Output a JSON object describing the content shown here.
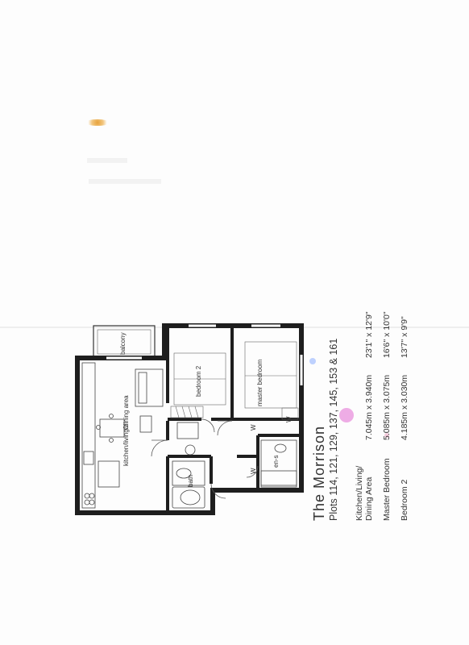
{
  "development": {
    "name": "The Morrison",
    "plots": "Plots 114, 121, 129, 137, 145, 153 & 161"
  },
  "rooms": [
    {
      "name": "Kitchen/Living/",
      "name_line2": "Dining Area",
      "metric": "7.045m x 3.940m",
      "imperial": "23'1\" x 12'9\""
    },
    {
      "name": "Master Bedroom",
      "name_line2": "",
      "metric": "5.085m x 3.075m",
      "imperial": "16'6\" x 10'0\""
    },
    {
      "name": "Bedroom 2",
      "name_line2": "",
      "metric": "4.185m x 3.030m",
      "imperial": "13'7\" x 9'9\""
    }
  ],
  "plan_labels": {
    "balcony": "balcony",
    "kitchen": "kitchen/living/dining area",
    "bedroom2": "bedroom 2",
    "master": "master bedroom",
    "bath": "bath",
    "ensuite": "en-s",
    "w1": "W",
    "w2": "W",
    "w3": "W"
  },
  "colors": {
    "wall": "#1e1e1e",
    "smudge": "#e7a23c",
    "ink_pink": "#e26ad1",
    "ink_blue": "#7fa6ff"
  }
}
